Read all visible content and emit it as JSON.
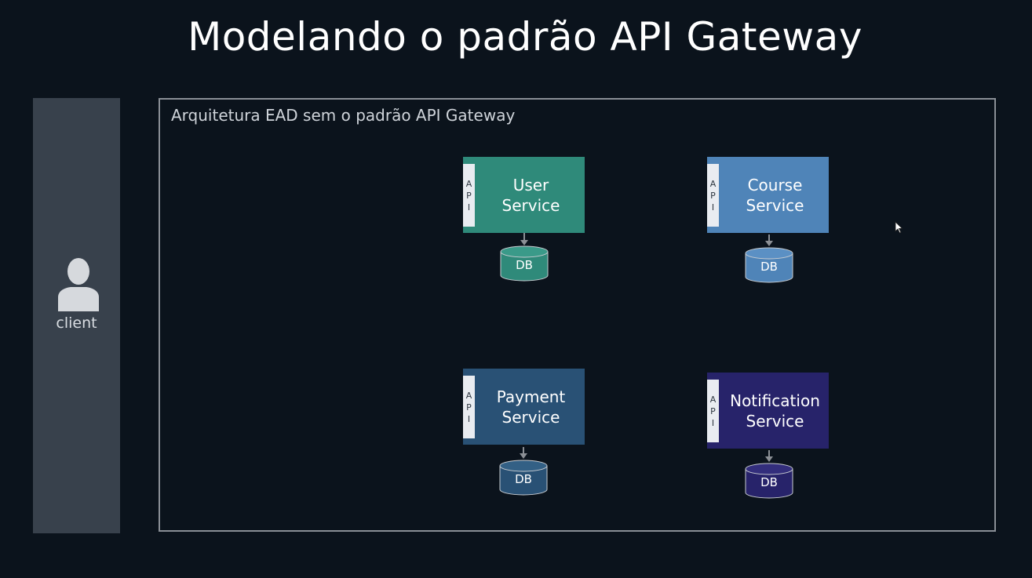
{
  "title": "Modelando o padrão API Gateway",
  "client": {
    "label": "client",
    "icon": "user-icon"
  },
  "frame": {
    "title": "Arquitetura EAD sem o padrão API Gateway"
  },
  "services": [
    {
      "id": "user",
      "name": "User\nService",
      "api_letters": [
        "A",
        "P",
        "I"
      ],
      "db_label": "DB",
      "color": "#2f8a7a"
    },
    {
      "id": "course",
      "name": "Course\nService",
      "api_letters": [
        "A",
        "P",
        "I"
      ],
      "db_label": "DB",
      "color": "#4f84b8"
    },
    {
      "id": "payment",
      "name": "Payment\nService",
      "api_letters": [
        "A",
        "P",
        "I"
      ],
      "db_label": "DB",
      "color": "#295175"
    },
    {
      "id": "notification",
      "name": "Notification\nService",
      "api_letters": [
        "A",
        "P",
        "I"
      ],
      "db_label": "DB",
      "color": "#27236a"
    }
  ],
  "colors": {
    "background": "#0b131c",
    "client_panel": "#38414c",
    "frame_border": "#8a8f96",
    "connector": "#8c9096"
  }
}
